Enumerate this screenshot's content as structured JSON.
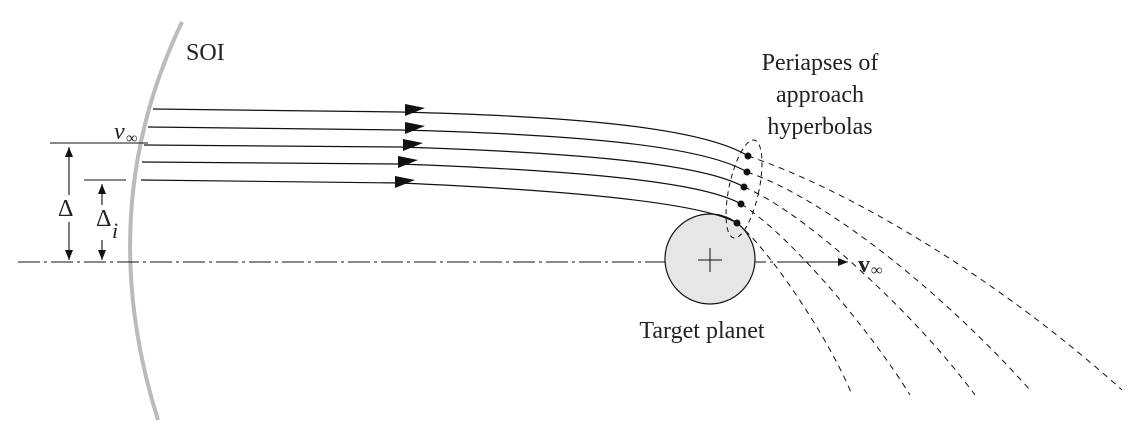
{
  "labels": {
    "soi": "SOI",
    "periapses_line1": "Periapses of",
    "periapses_line2": "approach",
    "periapses_line3": "hyperbolas",
    "v_inf_italic": "v",
    "inf_symbol": "∞",
    "delta": "Δ",
    "delta_i_base": "Δ",
    "delta_i_sub": "i",
    "v_inf_bold": "v",
    "target_planet": "Target planet"
  },
  "colors": {
    "ink": "#111111",
    "soi_boundary": "#bbbbbb",
    "planet_fill": "#e6e6e6"
  },
  "icons": {
    "trajectory_arrow": "arrowhead-icon",
    "periapsis_marker": "dot-icon"
  }
}
